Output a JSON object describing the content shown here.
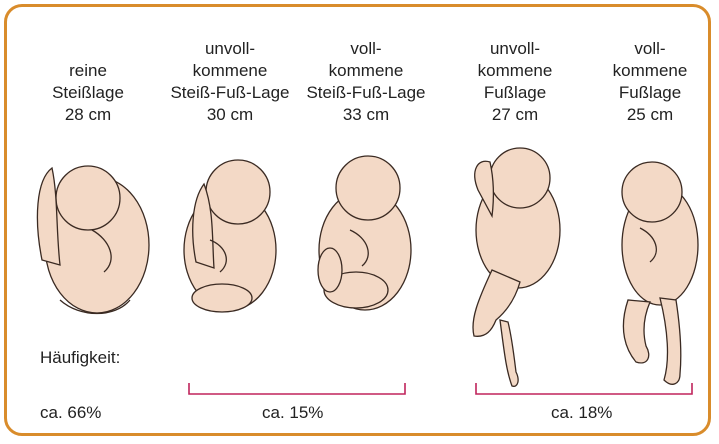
{
  "columns": [
    {
      "lines": [
        "reine",
        "Steißlage",
        "28 cm"
      ]
    },
    {
      "lines": [
        "unvoll-",
        "kommene",
        "Steiß-Fuß-Lage",
        "30 cm"
      ]
    },
    {
      "lines": [
        "voll-",
        "kommene",
        "Steiß-Fuß-Lage",
        "33 cm"
      ]
    },
    {
      "lines": [
        "unvoll-",
        "kommene",
        "Fußlage",
        "27 cm"
      ]
    },
    {
      "lines": [
        "voll-",
        "kommene",
        "Fußlage",
        "25 cm"
      ]
    }
  ],
  "frequency_label": "Häufigkeit:",
  "frequencies": [
    "ca. 66%",
    "ca. 15%",
    "ca. 18%"
  ],
  "colors": {
    "frame": "#d98c2b",
    "bracket": "#c0245c",
    "skin": "#f3d9c6",
    "outline": "#3a2a22"
  }
}
